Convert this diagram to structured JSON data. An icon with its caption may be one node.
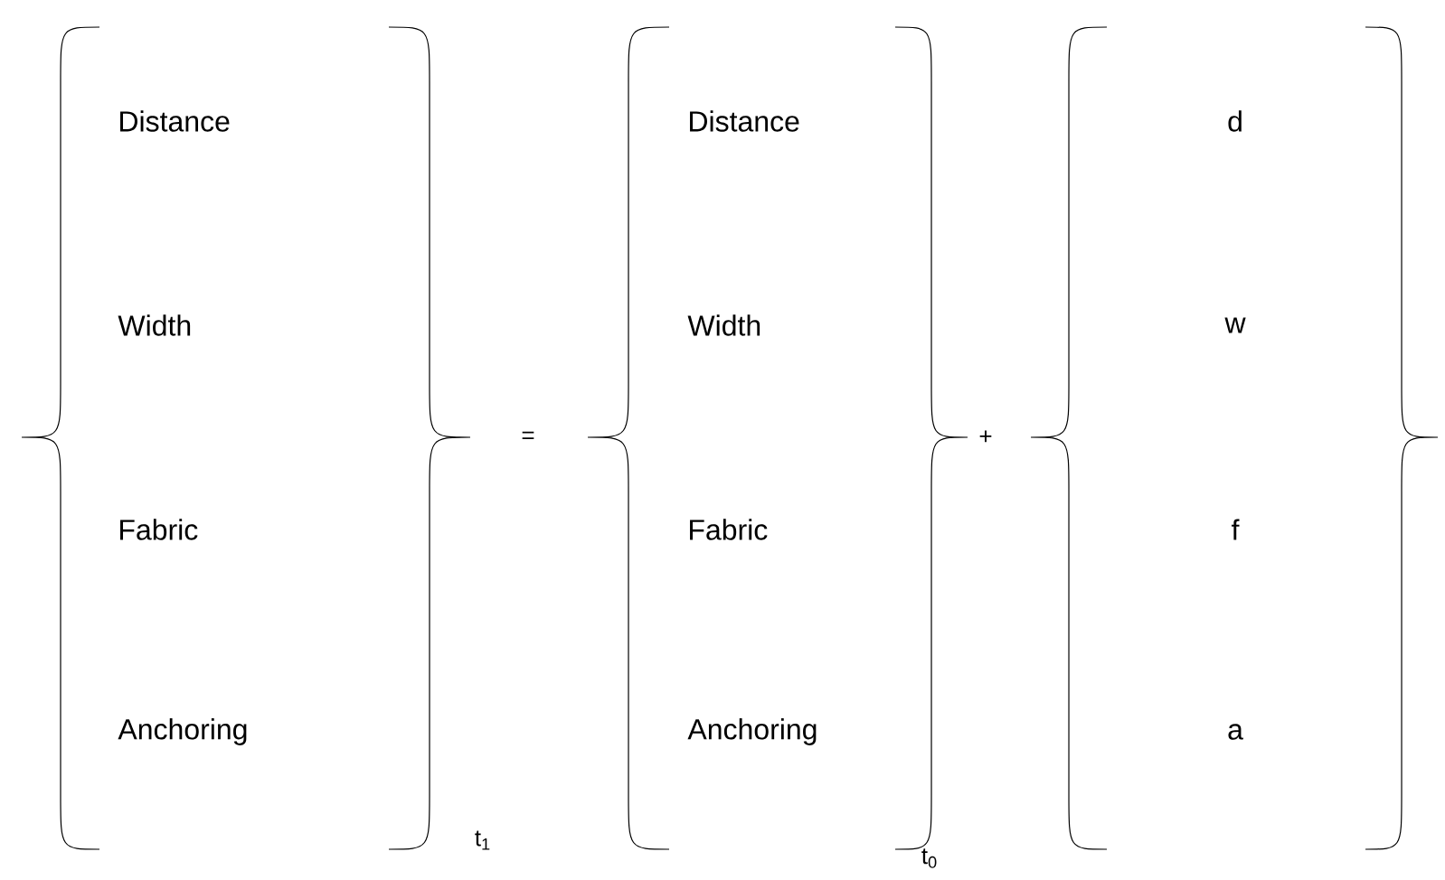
{
  "diagram": {
    "nodes": [
      {
        "text": [
          "Distance",
          "Width",
          "Fabric",
          "Anchoring"
        ],
        "beside": [
          "t$_{1}$"
        ]
      },
      {
        "text": [
          "Distance",
          "Width",
          "Fabric",
          "Anchoring"
        ],
        "beside": [
          "t$_{0}$"
        ]
      },
      {
        "text": [
          "d",
          "w",
          "f",
          "a"
        ]
      }
    ],
    "labels": [
      "=",
      "+"
    ]
  }
}
